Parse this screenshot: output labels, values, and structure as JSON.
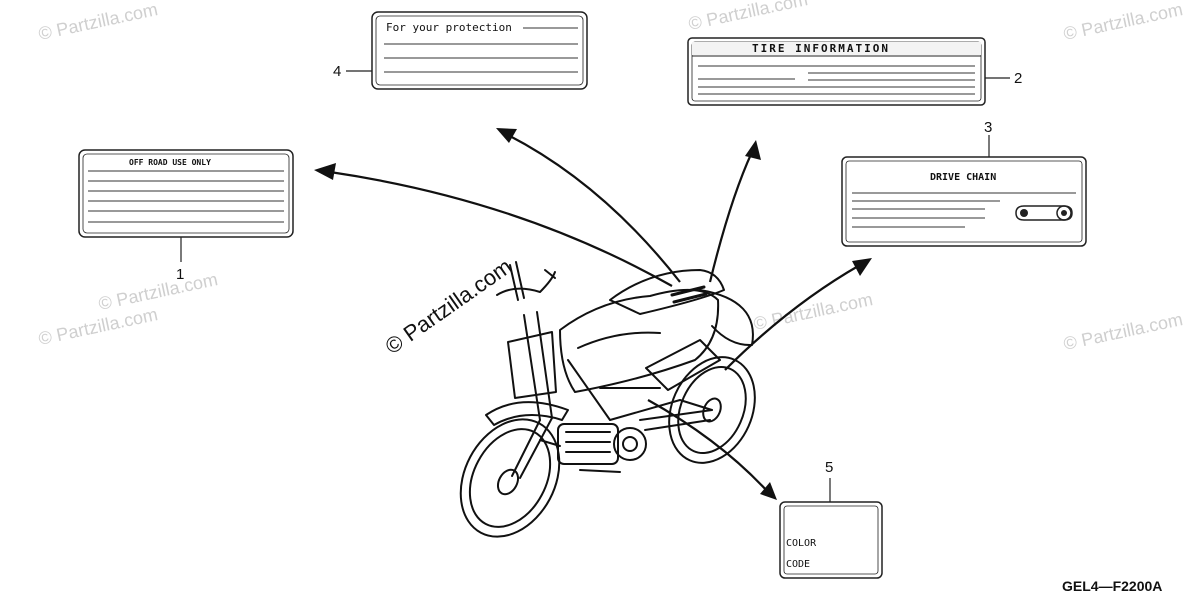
{
  "labels": {
    "protection": "For your protection",
    "tire": "TIRE INFORMATION",
    "offroad": "OFF ROAD USE ONLY",
    "drive_chain": "DRIVE CHAIN",
    "color": "COLOR",
    "code": "CODE"
  },
  "callouts": {
    "c1": "1",
    "c2": "2",
    "c3": "3",
    "c4": "4",
    "c5": "5"
  },
  "diagram_code": "GEL4—F2200A",
  "watermarks": {
    "main": "© Partzilla.com",
    "faint": "© Partzilla.com"
  }
}
